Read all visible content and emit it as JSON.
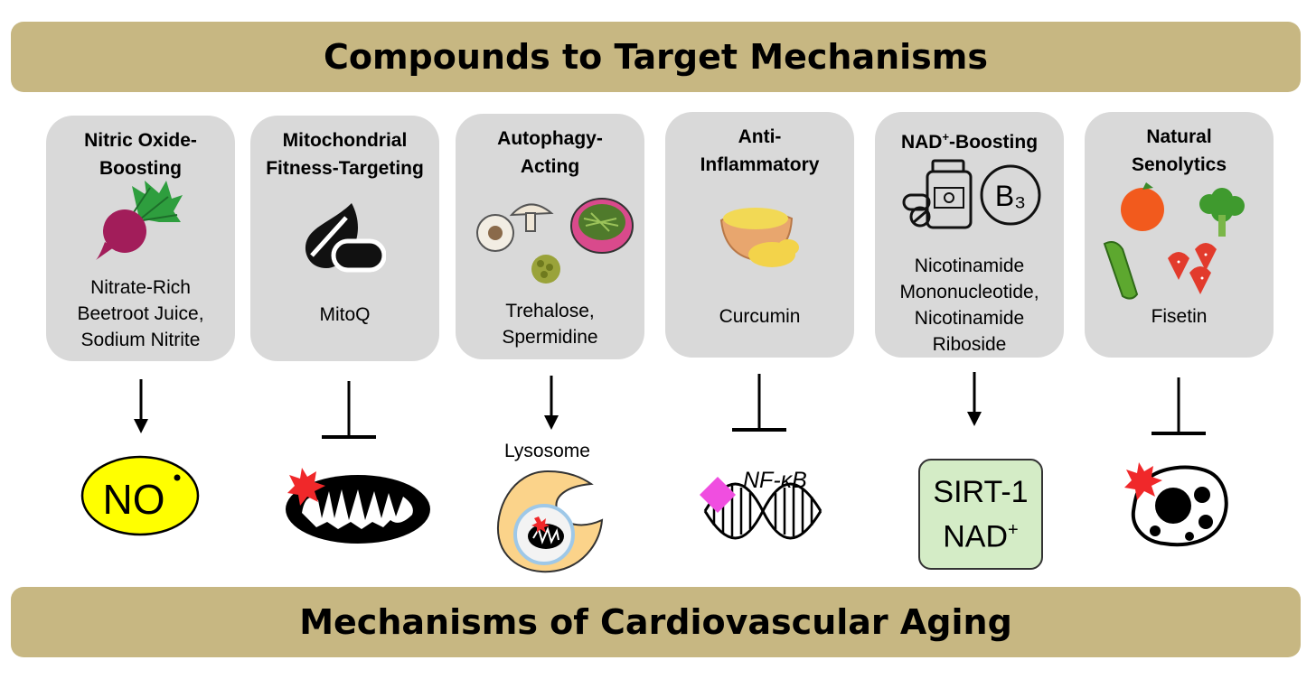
{
  "header": {
    "title": "Compounds to Target Mechanisms"
  },
  "footer": {
    "title": "Mechanisms of Cardiovascular Aging"
  },
  "cards": [
    {
      "title_lines": [
        "Nitric Oxide-",
        "Boosting"
      ],
      "compounds": [
        "Nitrate-Rich",
        "Beetroot Juice,",
        "Sodium Nitrite"
      ],
      "icon": "beetroot-icon",
      "relation": "activates"
    },
    {
      "title_lines": [
        "Mitochondrial",
        "Fitness-Targeting"
      ],
      "compounds": [
        "MitoQ"
      ],
      "icon": "leaf-pill-icon",
      "relation": "inhibits"
    },
    {
      "title_lines": [
        "Autophagy-",
        "Acting"
      ],
      "compounds": [
        "Trehalose,",
        "Spermidine"
      ],
      "icon": "mushroom-bowl-icon",
      "relation": "activates"
    },
    {
      "title_lines": [
        "Anti-",
        "Inflammatory"
      ],
      "compounds": [
        "Curcumin"
      ],
      "icon": "turmeric-bowl-icon",
      "relation": "inhibits"
    },
    {
      "title_lines": [
        "NAD",
        "-Boosting"
      ],
      "title_sup": "+",
      "compounds": [
        "Nicotinamide",
        "Mononucleotide,",
        "Nicotinamide",
        "Riboside"
      ],
      "icon": "vitamin-b3-bottle-icon",
      "relation": "activates"
    },
    {
      "title_lines": [
        "Natural",
        "Senolytics"
      ],
      "compounds": [
        "Fisetin"
      ],
      "icon": "fruits-vegetables-icon",
      "relation": "inhibits"
    }
  ],
  "mechanisms": {
    "no": {
      "label": "NO"
    },
    "lysosome": {
      "label": "Lysosome"
    },
    "nfkb": {
      "label": "NF-κB"
    },
    "sirt": {
      "line1": "SIRT-1",
      "line2": "NAD",
      "sup": "+"
    }
  },
  "colors": {
    "banner": "#c7b782",
    "card": "#d9d9d9",
    "no_oval": "#ffff00",
    "sirt_box": "#d4ecc6",
    "lysosome": "#fbd38a",
    "nfkb_diamond": "#f04ee0",
    "damage_star": "#f0282a"
  }
}
